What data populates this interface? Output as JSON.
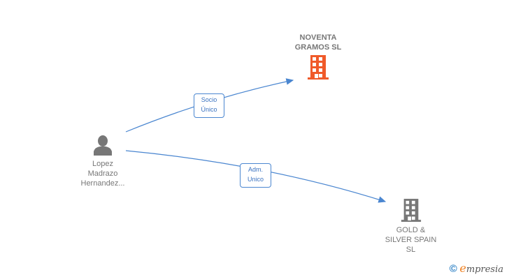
{
  "nodes": {
    "company_top": {
      "name": "NOVENTA GRAMOS SL",
      "line1": "NOVENTA",
      "line2": "GRAMOS SL",
      "icon": "building-icon",
      "color": "#f05a2a"
    },
    "person": {
      "name": "Lopez Madrazo Hernandez...",
      "line1": "Lopez",
      "line2": "Madrazo",
      "line3": "Hernandez...",
      "icon": "person-icon",
      "color": "#777777"
    },
    "company_bottom": {
      "name": "GOLD & SILVER SPAIN SL",
      "line1": "GOLD &",
      "line2": "SILVER SPAIN",
      "line3": "SL",
      "icon": "building-icon",
      "color": "#777777"
    }
  },
  "edges": [
    {
      "from": "person",
      "to": "company_top",
      "label_line1": "Socio",
      "label_line2": "Único"
    },
    {
      "from": "person",
      "to": "company_bottom",
      "label_line1": "Adm.",
      "label_line2": "Unico"
    }
  ],
  "colors": {
    "edge": "#4a86d0"
  },
  "brand": {
    "copyright": "©",
    "e": "e",
    "name": "mpresia"
  }
}
